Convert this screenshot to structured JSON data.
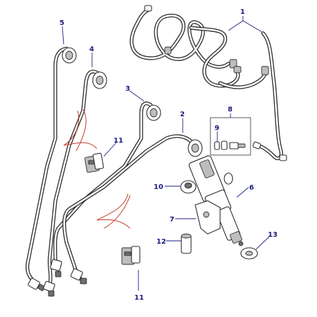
{
  "callouts": {
    "c1": "1",
    "c2": "2",
    "c3": "3",
    "c4": "4",
    "c5": "5",
    "c6": "6",
    "c7": "7",
    "c8": "8",
    "c9": "9",
    "c10": "10",
    "c11a": "11",
    "c11b": "11",
    "c12": "12",
    "c13": "13"
  },
  "colors": {
    "callout": "#1a1a80",
    "line_art": "#2a2a2a",
    "clip_guide": "#c0392b"
  }
}
